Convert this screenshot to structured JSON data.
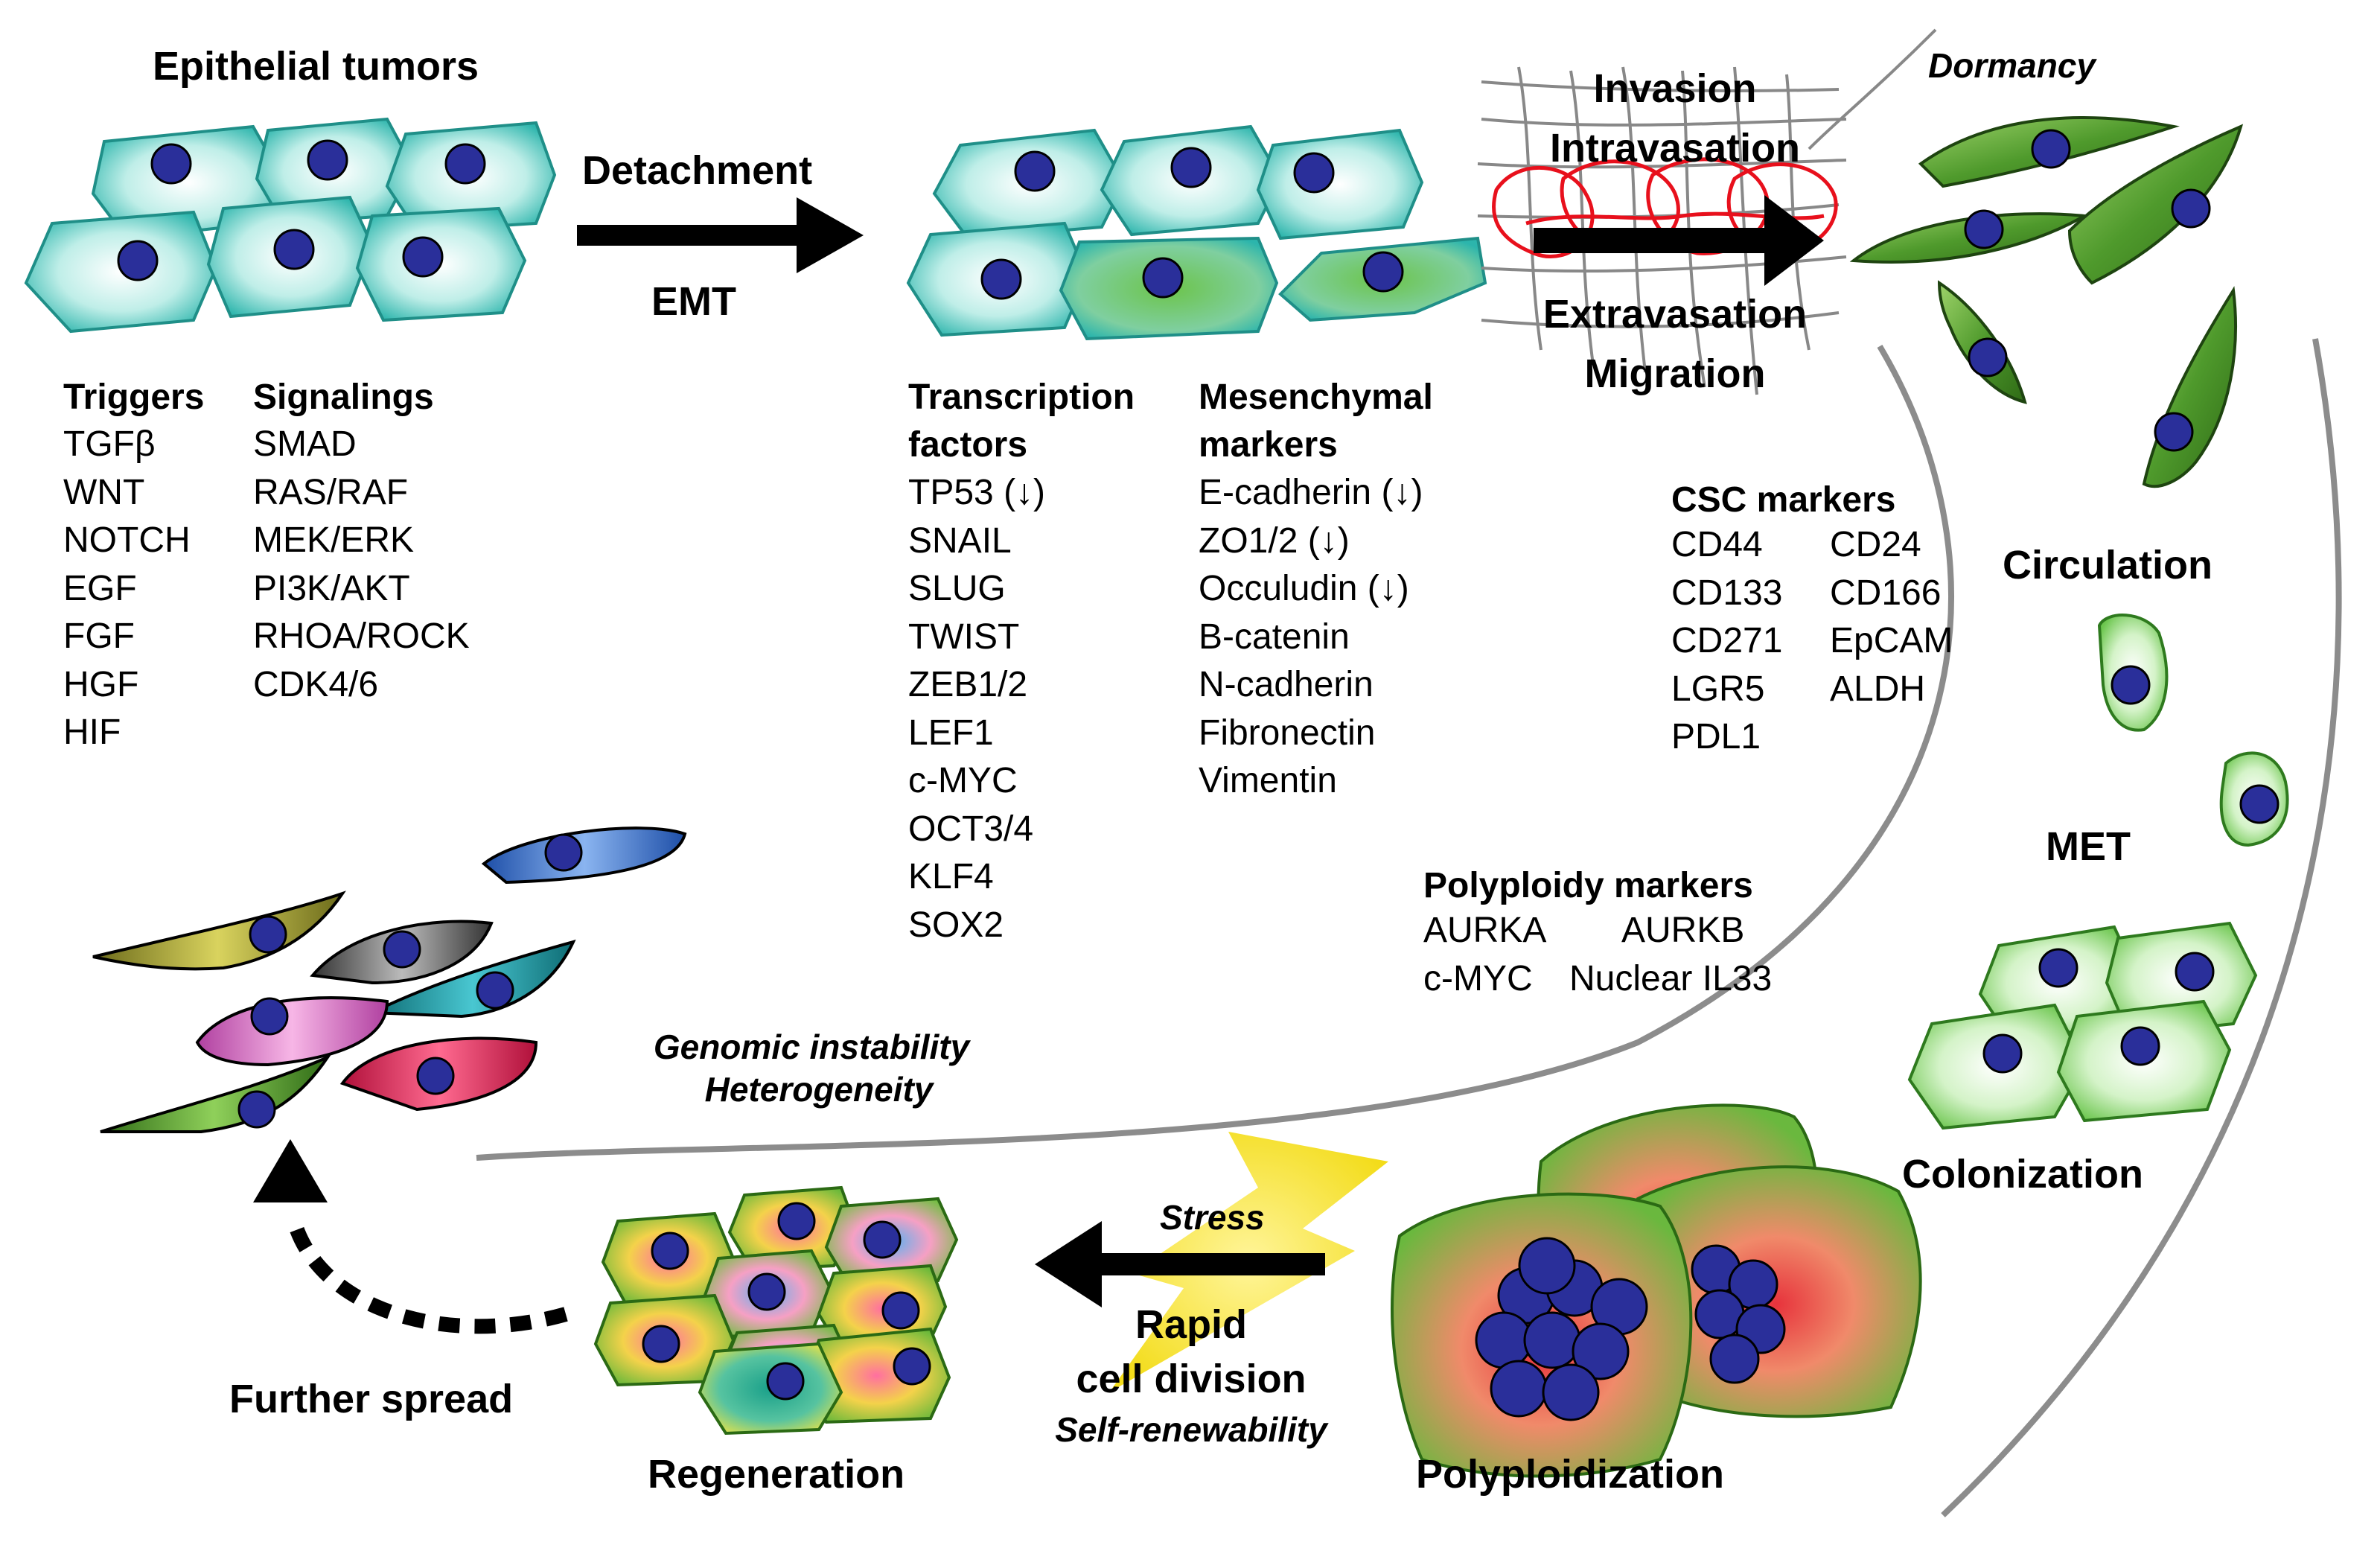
{
  "top": {
    "epithelial_tumors": "Epithelial tumors",
    "detachment": "Detachment",
    "emt": "EMT",
    "invasion": "Invasion",
    "intravasation": "Intravasation",
    "extravasation": "Extravasation",
    "migration": "Migration",
    "dormancy": "Dormancy"
  },
  "triggers": {
    "title": "Triggers",
    "items": [
      "TGFβ",
      "WNT",
      "NOTCH",
      "EGF",
      "FGF",
      "HGF",
      "HIF"
    ]
  },
  "signalings": {
    "title": "Signalings",
    "items": [
      "SMAD",
      "RAS/RAF",
      "MEK/ERK",
      "PI3K/AKT",
      "RHOA/ROCK",
      "CDK4/6"
    ]
  },
  "transcription_factors": {
    "title_line1": "Transcription",
    "title_line2": "factors",
    "items": [
      "TP53 (↓)",
      "SNAIL",
      "SLUG",
      "TWIST",
      "ZEB1/2",
      "LEF1",
      "c-MYC",
      "OCT3/4",
      "KLF4",
      "SOX2"
    ]
  },
  "mesenchymal_markers": {
    "title_line1": "Mesenchymal",
    "title_line2": "markers",
    "items": [
      "E-cadherin (↓)",
      "ZO1/2 (↓)",
      "Occuludin (↓)",
      "B-catenin",
      "N-cadherin",
      "Fibronectin",
      "Vimentin"
    ]
  },
  "csc_markers": {
    "title": "CSC markers",
    "col1": [
      "CD44",
      "CD133",
      "CD271",
      "LGR5",
      "PDL1"
    ],
    "col2": [
      "CD24",
      "CD166",
      "EpCAM",
      "ALDH"
    ]
  },
  "polyploidy_markers": {
    "title": "Polyploidy markers",
    "row1_left": "AURKA",
    "row1_right": "AURKB",
    "row2_left": "c-MYC",
    "row2_right": "Nuclear IL33"
  },
  "right": {
    "circulation": "Circulation",
    "met": "MET",
    "colonization": "Colonization"
  },
  "bottom": {
    "genomic_instability": "Genomic instability",
    "heterogeneity": "Heterogeneity",
    "stress": "Stress",
    "rapid": "Rapid",
    "cell_division": "cell division",
    "self_renewability": "Self-renewability",
    "polyploidization": "Polyploidization",
    "regeneration": "Regeneration",
    "further_spread": "Further spread"
  }
}
